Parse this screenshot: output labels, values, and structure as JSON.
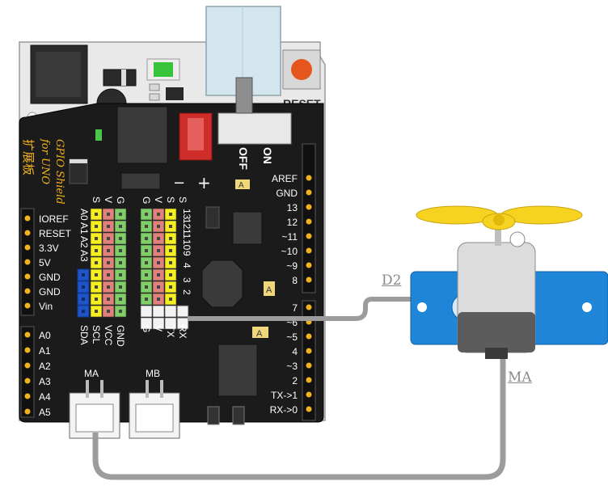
{
  "board": {
    "title_line1": "GPIO Shield",
    "title_line2": "for UNO",
    "title_cn": "扩展板",
    "reset_label": "RESET",
    "switch_off": "OFF",
    "switch_on": "ON",
    "plus_sign": "+",
    "minus_sign": "−",
    "power_pins": [
      "IOREF",
      "RESET",
      "3.3V",
      "5V",
      "GND",
      "GND",
      "Vin"
    ],
    "analog_pins": [
      "A0",
      "A1",
      "A2",
      "A3",
      "A4",
      "A5"
    ],
    "right_upper_pins": [
      "AREF",
      "GND",
      "13",
      "12",
      "~11",
      "~10",
      "~9",
      "8"
    ],
    "right_lower_pins": [
      "7",
      "~6",
      "~5",
      "4",
      "~3",
      "2",
      "TX->1",
      "RX->0"
    ],
    "header_left_labels": [
      "S",
      "V",
      "G"
    ],
    "header_right_labels": [
      "G",
      "V",
      "S"
    ],
    "analog_col_labels": [
      "A0",
      "A1",
      "A2",
      "A3"
    ],
    "digital_col_labels": [
      "13",
      "12",
      "11",
      "10",
      "9",
      "4",
      "3",
      "2"
    ],
    "bottom_left_labels": [
      "SDA",
      "SCL",
      "VCC",
      "GND"
    ],
    "bottom_right_labels": [
      "G",
      "V",
      "TX",
      "RX"
    ],
    "connector_ma": "MA",
    "connector_mb": "MB",
    "chip_mark": "A"
  },
  "wires": {
    "d2_label": "D2",
    "ma_label": "MA"
  },
  "colors": {
    "board": "#1b1b1b",
    "yellow_pin": "#f6ee1e",
    "red_pin": "#e2807c",
    "green_pin": "#7ed066",
    "blue_pin": "#1e54c8",
    "servo_blue": "#1e85d8",
    "propeller": "#f6d321",
    "label_gold": "#f2b21b"
  }
}
